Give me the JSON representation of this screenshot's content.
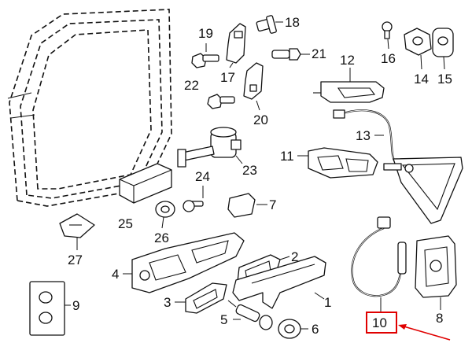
{
  "diagram": {
    "callouts": [
      {
        "id": "1",
        "label": "1"
      },
      {
        "id": "2",
        "label": "2"
      },
      {
        "id": "3",
        "label": "3"
      },
      {
        "id": "4",
        "label": "4"
      },
      {
        "id": "5",
        "label": "5"
      },
      {
        "id": "6",
        "label": "6"
      },
      {
        "id": "7",
        "label": "7"
      },
      {
        "id": "8",
        "label": "8"
      },
      {
        "id": "9",
        "label": "9"
      },
      {
        "id": "10",
        "label": "10"
      },
      {
        "id": "11",
        "label": "11"
      },
      {
        "id": "12",
        "label": "12"
      },
      {
        "id": "13",
        "label": "13"
      },
      {
        "id": "14",
        "label": "14"
      },
      {
        "id": "15",
        "label": "15"
      },
      {
        "id": "16",
        "label": "16"
      },
      {
        "id": "17",
        "label": "17"
      },
      {
        "id": "18",
        "label": "18"
      },
      {
        "id": "19",
        "label": "19"
      },
      {
        "id": "20",
        "label": "20"
      },
      {
        "id": "21",
        "label": "21"
      },
      {
        "id": "22",
        "label": "22"
      },
      {
        "id": "23",
        "label": "23"
      },
      {
        "id": "24",
        "label": "24"
      },
      {
        "id": "25",
        "label": "25"
      },
      {
        "id": "26",
        "label": "26"
      },
      {
        "id": "27",
        "label": "27"
      }
    ],
    "highlight": {
      "callout_id": "10",
      "box_color": "#e00000",
      "arrow_color": "#e00000"
    },
    "line_color": "#111111",
    "background_color": "#ffffff"
  }
}
